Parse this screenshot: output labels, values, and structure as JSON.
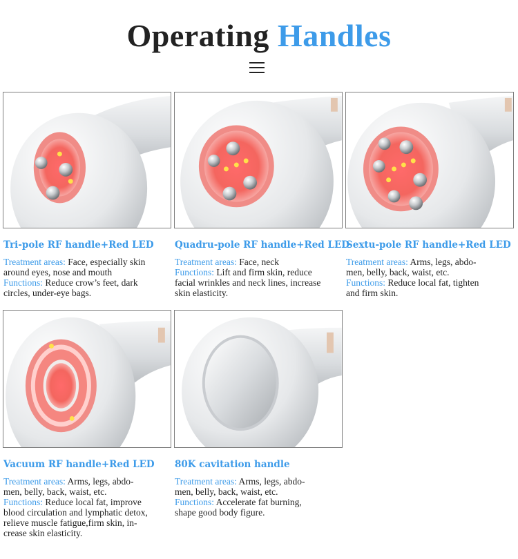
{
  "header": {
    "title_part1": "Operating",
    "title_part2": "Handles",
    "menu_icon": "hamburger-menu-icon"
  },
  "colors": {
    "accent": "#3d9be9",
    "text": "#222222",
    "border": "#7d7d7d"
  },
  "cards": [
    {
      "title": "Tri-pole RF handle+Red LED",
      "treatment_label": "Treatment areas:",
      "treatment_lines": [
        " Face, especially skin",
        "around eyes, nose and mouth"
      ],
      "functions_label": "Functions:",
      "functions_lines": [
        " Reduce crow’s feet, dark",
        "circles, under-eye bags."
      ],
      "image": "tri-pole-rf-handle-image"
    },
    {
      "title": "Quadru-pole RF handle+Red LED",
      "treatment_label": "Treatment areas:",
      "treatment_lines": [
        " Face, neck"
      ],
      "functions_label": "Functions:",
      "functions_lines": [
        " Lift and firm skin, reduce",
        "facial wrinkles and neck lines, increase",
        "skin elasticity."
      ],
      "image": "quadru-pole-rf-handle-image"
    },
    {
      "title": "Sextu-pole RF handle+Red LED",
      "treatment_label": "Treatment areas:",
      "treatment_lines": [
        " Arms, legs, abdo-",
        "men, belly, back, waist, etc."
      ],
      "functions_label": "Functions:",
      "functions_lines": [
        " Reduce local fat, tighten",
        "and firm skin."
      ],
      "image": "sextu-pole-rf-handle-image"
    },
    {
      "title": "Vacuum RF handle+Red LED",
      "treatment_label": "Treatment areas:",
      "treatment_lines": [
        " Arms, legs, abdo-",
        "men, belly, back, waist, etc."
      ],
      "functions_label": "Functions:",
      "functions_lines": [
        " Reduce local fat, improve",
        "blood circulation and lymphatic detox,",
        "relieve muscle fatigue,firm skin, in-",
        "crease skin elasticity."
      ],
      "image": "vacuum-rf-handle-image"
    },
    {
      "title": "80K cavitation handle",
      "treatment_label": "Treatment areas:",
      "treatment_lines": [
        " Arms, legs, abdo-",
        "men, belly, back, waist, etc."
      ],
      "functions_label": "Functions:",
      "functions_lines": [
        " Accelerate fat burning,",
        "shape good body figure."
      ],
      "image": "cavitation-handle-image"
    }
  ]
}
